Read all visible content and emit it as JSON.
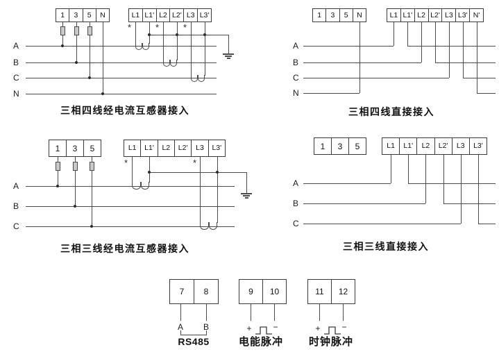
{
  "colors": {
    "wire": "#4a4a4a",
    "box_border": "#3a3a3a",
    "text": "#1b1b1b",
    "fuse_fill": "#c9c9c9"
  },
  "diagrams": {
    "tl": {
      "caption": "三相四线经电流互感器接入",
      "terminals_left": [
        "1",
        "3",
        "5",
        "N"
      ],
      "terminals_right": [
        "L1",
        "L1'",
        "L2",
        "L2'",
        "L3",
        "L3'"
      ],
      "phase_labels": [
        "A",
        "B",
        "C",
        "N"
      ],
      "polarity_mark": "*"
    },
    "tr": {
      "caption": "三相四线直接接入",
      "terminals_left": [
        "1",
        "3",
        "5",
        "N"
      ],
      "terminals_right": [
        "L1",
        "L1'",
        "L2",
        "L2'",
        "L3",
        "L3'",
        "N'"
      ],
      "phase_labels": [
        "A",
        "B",
        "C",
        "N"
      ]
    },
    "ml": {
      "caption": "三相三线经电流互感器接入",
      "terminals_left": [
        "1",
        "3",
        "5"
      ],
      "terminals_right": [
        "L1",
        "L1'",
        "L2",
        "L2'",
        "L3",
        "L3'"
      ],
      "phase_labels": [
        "A",
        "B",
        "C"
      ],
      "polarity_mark": "*"
    },
    "mr": {
      "caption": "三相三线直接接入",
      "terminals_left": [
        "1",
        "3",
        "5"
      ],
      "terminals_right": [
        "L1",
        "L1'",
        "L2",
        "L2'",
        "L3",
        "L3'"
      ],
      "phase_labels": [
        "A",
        "B",
        "C"
      ]
    }
  },
  "aux": {
    "rs485": {
      "terminals": [
        "7",
        "8"
      ],
      "pin_labels": [
        "A",
        "B"
      ],
      "caption": "RS485"
    },
    "energy_pulse": {
      "terminals": [
        "9",
        "10"
      ],
      "pin_labels": [
        "+",
        "−"
      ],
      "caption": "电能脉冲"
    },
    "clock_pulse": {
      "terminals": [
        "11",
        "12"
      ],
      "pin_labels": [
        "+",
        "−"
      ],
      "caption": "时钟脉冲"
    }
  }
}
